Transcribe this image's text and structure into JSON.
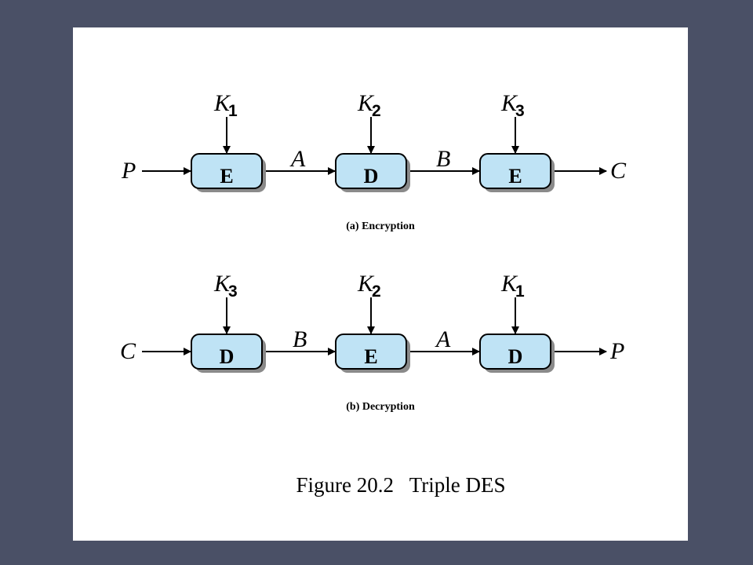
{
  "encryption": {
    "caption": "(a) Encryption",
    "input": "P",
    "output": "C",
    "boxes": [
      "E",
      "D",
      "E"
    ],
    "keys": [
      {
        "letter": "K",
        "sub": "1"
      },
      {
        "letter": "K",
        "sub": "2"
      },
      {
        "letter": "K",
        "sub": "3"
      }
    ],
    "intermediates": [
      "A",
      "B"
    ]
  },
  "decryption": {
    "caption": "(b) Decryption",
    "input": "C",
    "output": "P",
    "boxes": [
      "D",
      "E",
      "D"
    ],
    "keys": [
      {
        "letter": "K",
        "sub": "3"
      },
      {
        "letter": "K",
        "sub": "2"
      },
      {
        "letter": "K",
        "sub": "1"
      }
    ],
    "intermediates": [
      "B",
      "A"
    ]
  },
  "figure_title": "Figure 20.2   Triple DES",
  "colors": {
    "background": "#4a5066",
    "slide": "#ffffff",
    "box_fill": "#bfe3f5",
    "box_stroke": "#000000",
    "shadow": "#8a8a8a"
  }
}
